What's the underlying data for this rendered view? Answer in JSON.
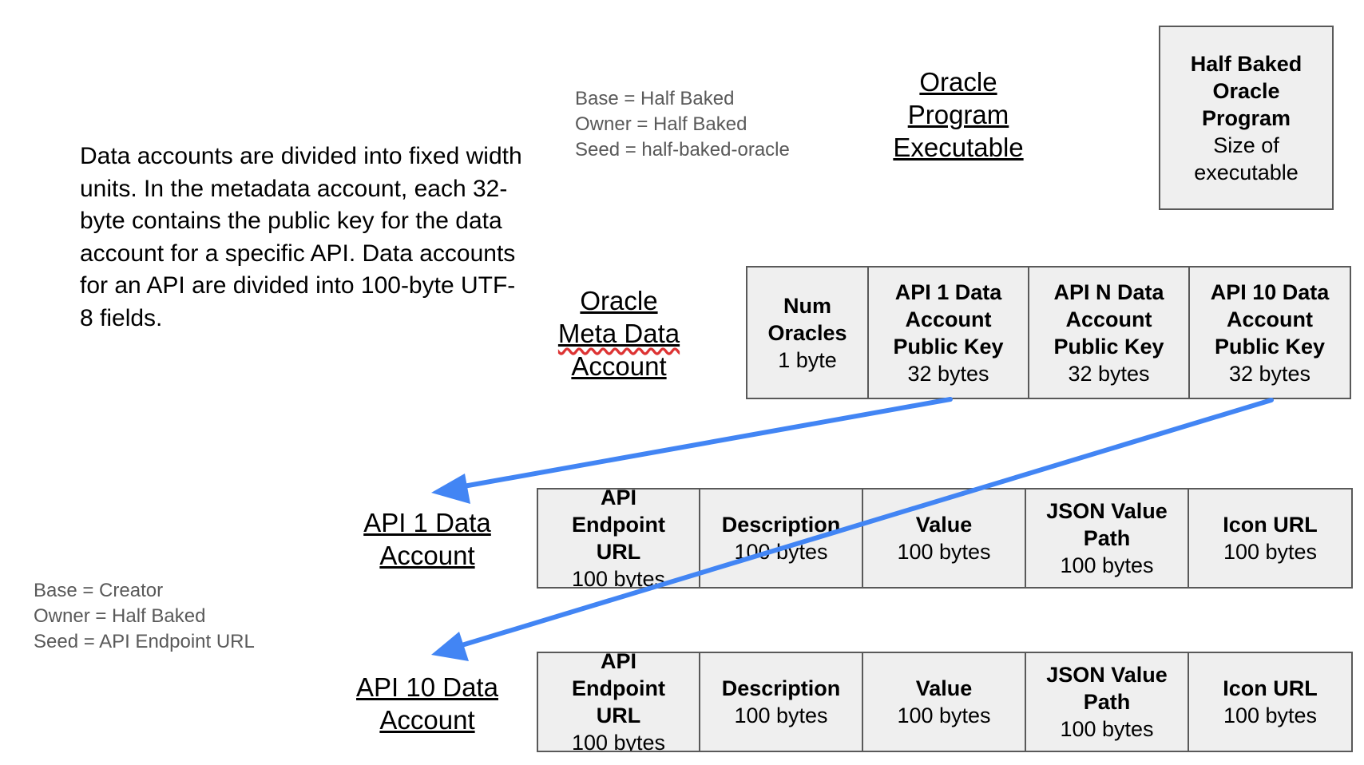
{
  "description_text": "Data accounts are divided into fixed width units. In the metadata account, each 32-byte contains the public key for the data account for a specific API. Data accounts for an API are divided into 100-byte UTF-8  fields.",
  "oracle_note": [
    "Base = Half Baked",
    "Owner = Half Baked",
    "Seed = half-baked-oracle"
  ],
  "api_note": [
    "Base = Creator",
    "Owner = Half Baked",
    "Seed = API Endpoint URL"
  ],
  "program_title": [
    "Oracle",
    "Program",
    "Executable"
  ],
  "meta_title": [
    "Oracle",
    "Meta Data",
    "Account"
  ],
  "api1_title": [
    "API 1 Data",
    "Account"
  ],
  "api10_title": [
    "API 10 Data",
    "Account"
  ],
  "program_box": {
    "bold": [
      "Half Baked",
      "Oracle",
      "Program"
    ],
    "normal": [
      "Size of",
      "executable"
    ]
  },
  "meta_cells": [
    {
      "bold": [
        "Num",
        "Oracles"
      ],
      "size": "1 byte"
    },
    {
      "bold": [
        "API 1 Data",
        "Account",
        "Public Key"
      ],
      "size": "32 bytes"
    },
    {
      "bold": [
        "API N Data",
        "Account",
        "Public Key"
      ],
      "size": "32 bytes"
    },
    {
      "bold": [
        "API 10 Data",
        "Account",
        "Public Key"
      ],
      "size": "32 bytes"
    }
  ],
  "data_cells": [
    {
      "bold": [
        "API",
        "Endpoint",
        "URL"
      ],
      "size": "100 bytes"
    },
    {
      "bold": [
        "Description"
      ],
      "size": "100 bytes"
    },
    {
      "bold": [
        "Value"
      ],
      "size": "100 bytes"
    },
    {
      "bold": [
        "JSON Value",
        "Path"
      ],
      "size": "100 bytes"
    },
    {
      "bold": [
        "Icon URL"
      ],
      "size": "100 bytes"
    }
  ],
  "colors": {
    "arrow": "#4285f4",
    "box_fill": "#efefef",
    "box_border": "#595959",
    "note_text": "#595959"
  }
}
